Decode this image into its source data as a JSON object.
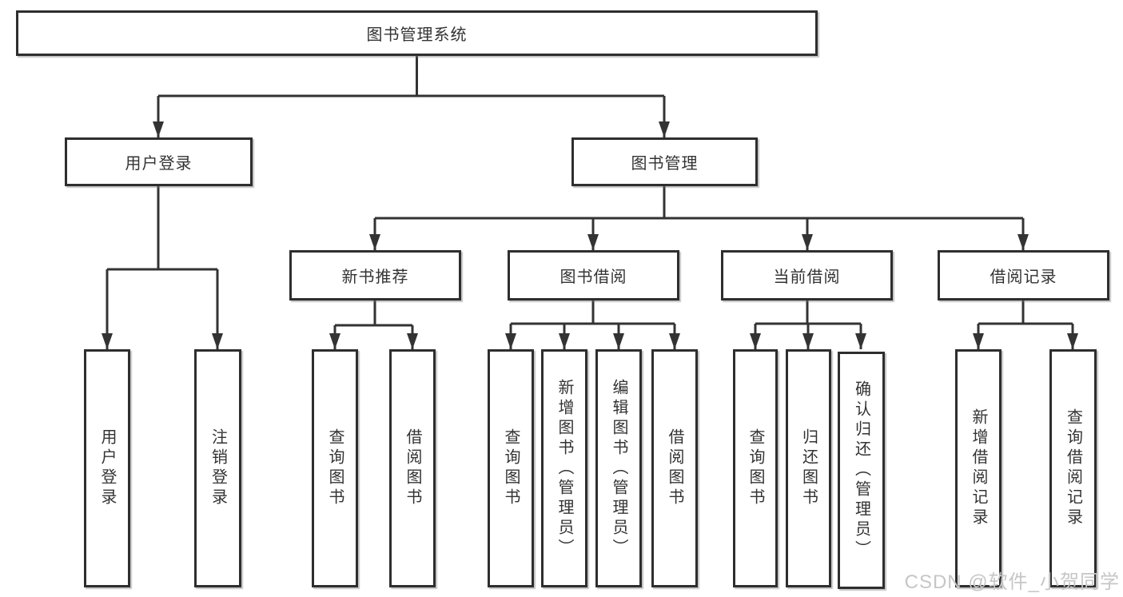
{
  "title": "图书管理系统",
  "level2": {
    "user_login": "用户登录",
    "book_management": "图书管理"
  },
  "level3": {
    "new_book_recommend": "新书推荐",
    "book_borrow": "图书借阅",
    "current_borrow": "当前借阅",
    "borrow_record": "借阅记录"
  },
  "leaves": {
    "user_login": [
      "用户登录",
      "注销登录"
    ],
    "new_book_recommend": [
      "查询图书",
      "借阅图书"
    ],
    "book_borrow": [
      "查询图书",
      "新增图书（管理员）",
      "编辑图书（管理员）",
      "借阅图书"
    ],
    "current_borrow": [
      "查询图书",
      "归还图书",
      "确认归还（管理员）"
    ],
    "borrow_record": [
      "新增借阅记录",
      "查询借阅记录"
    ]
  },
  "watermark": "CSDN @软件_小贺同学",
  "colors": {
    "line": "#333333",
    "border": "#2e2e2e",
    "text": "#333333",
    "watermark": "#c6c6c6",
    "background": "#ffffff"
  }
}
